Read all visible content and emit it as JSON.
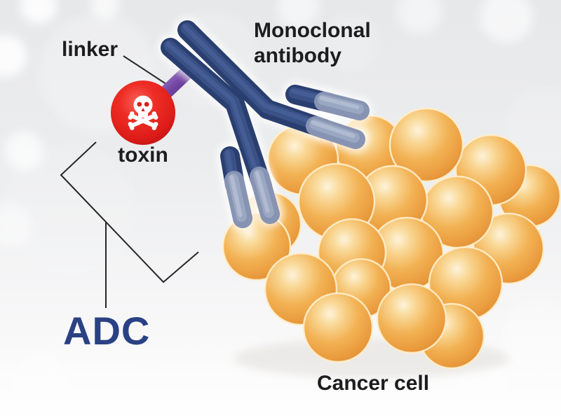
{
  "figure": {
    "type": "medical-illustration",
    "subject": "Antibody-drug conjugate (ADC) binding a cancer cell cluster",
    "components": [
      {
        "id": "monoclonal-antibody",
        "label": "Monoclonal antibody",
        "color": "#2e4577",
        "tip_color": "#8d99b7"
      },
      {
        "id": "linker",
        "label": "linker",
        "color": "#7147a1"
      },
      {
        "id": "toxin",
        "label": "toxin",
        "color": "#e02620",
        "icon": "skull-crossbones-icon"
      },
      {
        "id": "adc",
        "label": "ADC",
        "label_color": "#2a4183",
        "bracket": "angled bracket grouping antibody + linker + toxin"
      },
      {
        "id": "cancer-cell",
        "label": "Cancer cell",
        "color": "#f0ab4c",
        "cell_count": 19
      }
    ]
  },
  "labels": {
    "linker": "linker",
    "monoclonal_line1": "Monoclonal",
    "monoclonal_line2": "antibody",
    "toxin": "toxin",
    "adc": "ADC",
    "cancer_cell": "Cancer cell"
  },
  "colors": {
    "background_top": "#e7e8ea",
    "background_bottom": "#ffffff",
    "antibody_navy": "#2e4577",
    "antibody_tip": "#8d99b7",
    "linker_purple": "#7147a1",
    "toxin_red": "#e02620",
    "cell_orange": "#f0ab4c",
    "adc_text": "#2a4183",
    "label_text": "#1d1d1f"
  }
}
